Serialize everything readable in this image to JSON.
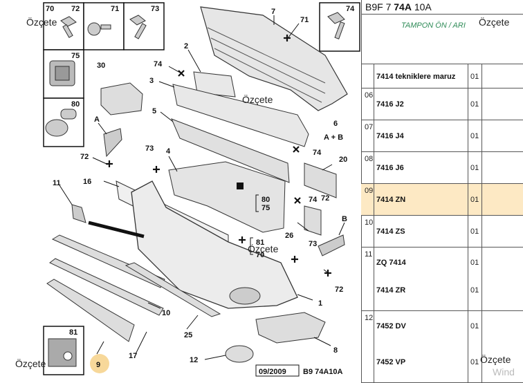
{
  "diagram": {
    "callouts": {
      "c70": "70",
      "c72a": "72",
      "c71a": "71",
      "c73a": "73",
      "c74a": "74",
      "c75": "75",
      "c80a": "80",
      "c30": "30",
      "c7": "7",
      "c71b": "71",
      "c2": "2",
      "c74b": "74",
      "c3": "3",
      "c5": "5",
      "c6": "6",
      "c6sub": "A + B",
      "c74c": "74",
      "cA": "A",
      "c72b": "72",
      "c73b": "73",
      "c4": "4",
      "c20": "20",
      "c11": "11",
      "c16": "16",
      "c80b": "80",
      "c75b": "75",
      "c74d": "74",
      "c72c": "72",
      "c26": "26",
      "cB": "B",
      "c81a": "81",
      "c70b": "70",
      "c73c": "73",
      "c72d": "72",
      "c1": "1",
      "c10": "10",
      "c25": "25",
      "c8": "8",
      "c12": "12",
      "c17": "17",
      "c81b": "81",
      "c9": "9"
    },
    "date_code": "09/2009",
    "ref_code": "B9 74A10A"
  },
  "panel": {
    "header_prefix": "B9F 7 ",
    "header_bold": "74A",
    "header_suffix": " 10A",
    "subtitle": "TAMPON ÖN / ARI",
    "rows": [
      {
        "idx": "",
        "lines": [
          {
            "code": "7414 tekniklere maruz",
            "qty": "01"
          }
        ]
      },
      {
        "idx": "06",
        "lines": [
          {
            "code": "7416 J2",
            "qty": "01"
          }
        ]
      },
      {
        "idx": "07",
        "lines": [
          {
            "code": "7416 J4",
            "qty": "01"
          }
        ]
      },
      {
        "idx": "08",
        "lines": [
          {
            "code": "7416 J6",
            "qty": "01"
          }
        ]
      },
      {
        "idx": "09",
        "lines": [
          {
            "code": "7414 ZN",
            "qty": "01"
          }
        ]
      },
      {
        "idx": "10",
        "lines": [
          {
            "code": "7414 ZS",
            "qty": "01"
          }
        ]
      },
      {
        "idx": "11",
        "lines": [
          {
            "code": "ZQ 7414",
            "qty": "01"
          },
          {
            "code": "7414 ZR",
            "qty": "01"
          }
        ]
      },
      {
        "idx": "12",
        "lines": [
          {
            "code": "7452 DV",
            "qty": "01"
          },
          {
            "code": "7452 VP",
            "qty": "01"
          }
        ]
      }
    ],
    "highlight_color": "#fde9c4"
  },
  "overlays": {
    "ozcete": "Özçete",
    "windows": "Wind"
  }
}
